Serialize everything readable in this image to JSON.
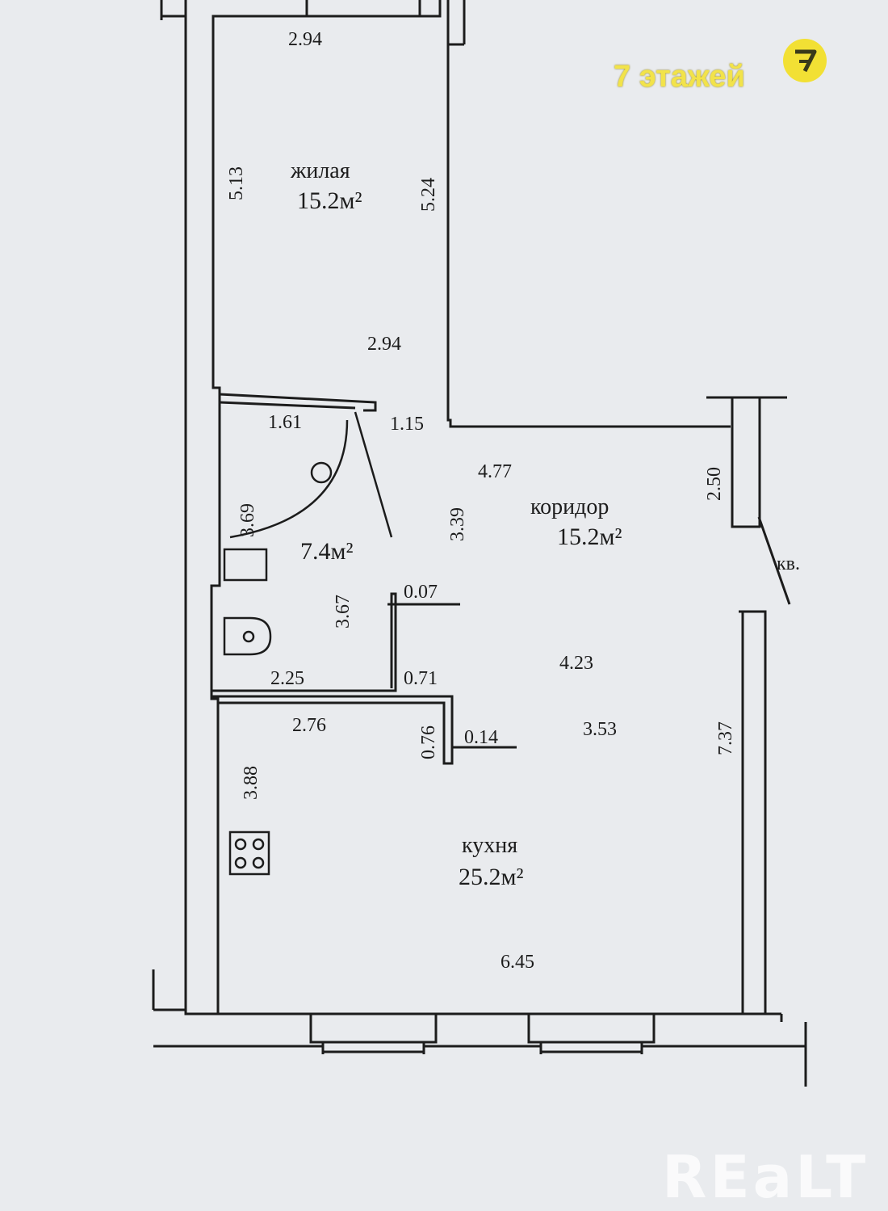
{
  "badge": {
    "text": "7 этажей",
    "icon": "number-7-icon",
    "color": "#f2e034"
  },
  "watermark": "REaLT",
  "rooms": {
    "living": {
      "name": "жилая",
      "area": "15.2м²"
    },
    "bathroom": {
      "area": "7.4м²"
    },
    "corridor": {
      "name": "коридор",
      "area": "15.2м²"
    },
    "kitchen": {
      "name": "кухня",
      "area": "25.2м²"
    }
  },
  "entrance_label": "кв.",
  "dimensions": {
    "living_top": "2.94",
    "living_left": "5.13",
    "living_right": "5.24",
    "living_bottom": "2.94",
    "bath_top": "1.61",
    "bath_door": "1.15",
    "bath_left": "3.69",
    "bath_right": "3.67",
    "corridor_top": "4.77",
    "corridor_left": "3.39",
    "corridor_entrance": "2.50",
    "partition_top": "0.07",
    "partition_bottom": "0.71",
    "bath_bottom": "2.25",
    "corridor_mid": "4.23",
    "kitchen_top": "2.76",
    "kitchen_step": "0.76",
    "kitchen_step_width": "0.14",
    "kitchen_mid": "3.53",
    "kitchen_left": "3.88",
    "kitchen_right": "7.37",
    "kitchen_bottom": "6.45"
  },
  "colors": {
    "paper": "#e9ebee",
    "ink": "#1c1c1c",
    "badge": "#f2e034"
  }
}
